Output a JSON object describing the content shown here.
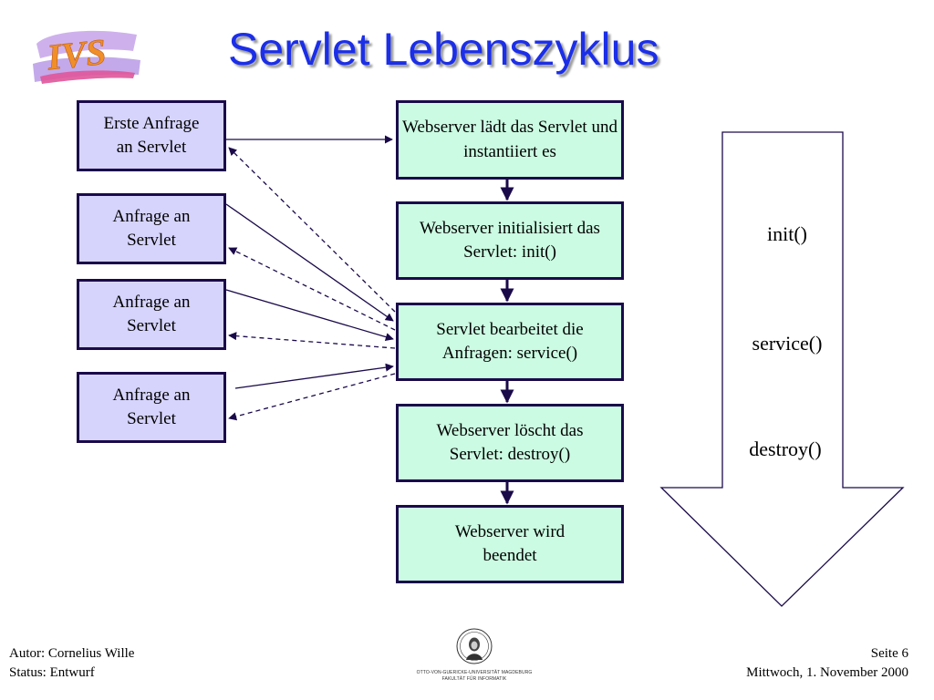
{
  "slide": {
    "logo_text": "IVS",
    "title": "Servlet Lebenszyklus"
  },
  "requests": [
    {
      "label": "Erste Anfrage an Servlet"
    },
    {
      "label": "Anfrage an Servlet"
    },
    {
      "label": "Anfrage an Servlet"
    },
    {
      "label": "Anfrage an Servlet"
    }
  ],
  "steps": [
    {
      "label": "Webserver lädt das Servlet und instantiiert es"
    },
    {
      "label": "Webserver initialisiert das Servlet: init()"
    },
    {
      "label": "Servlet bearbeitet die Anfragen: service()"
    },
    {
      "label": "Webserver löscht das Servlet: destroy()"
    },
    {
      "label": "Webserver wird beendet"
    }
  ],
  "lifecycle_arrow": {
    "methods": [
      "init()",
      "service()",
      "destroy()"
    ]
  },
  "footer": {
    "author": "Autor: Cornelius Wille",
    "status": "Status: Entwurf",
    "page": "Seite 6",
    "date": "Mittwoch, 1. November 2000",
    "university": "OTTO-VON-GUERICKE-UNIVERSITÄT MAGDEBURG",
    "faculty": "FAKULTÄT FÜR INFORMATIK"
  },
  "colors": {
    "title": "#1b2ee8",
    "request_box": "#d6d4fc",
    "step_box": "#cbfbe2",
    "border": "#1a0a4a"
  }
}
